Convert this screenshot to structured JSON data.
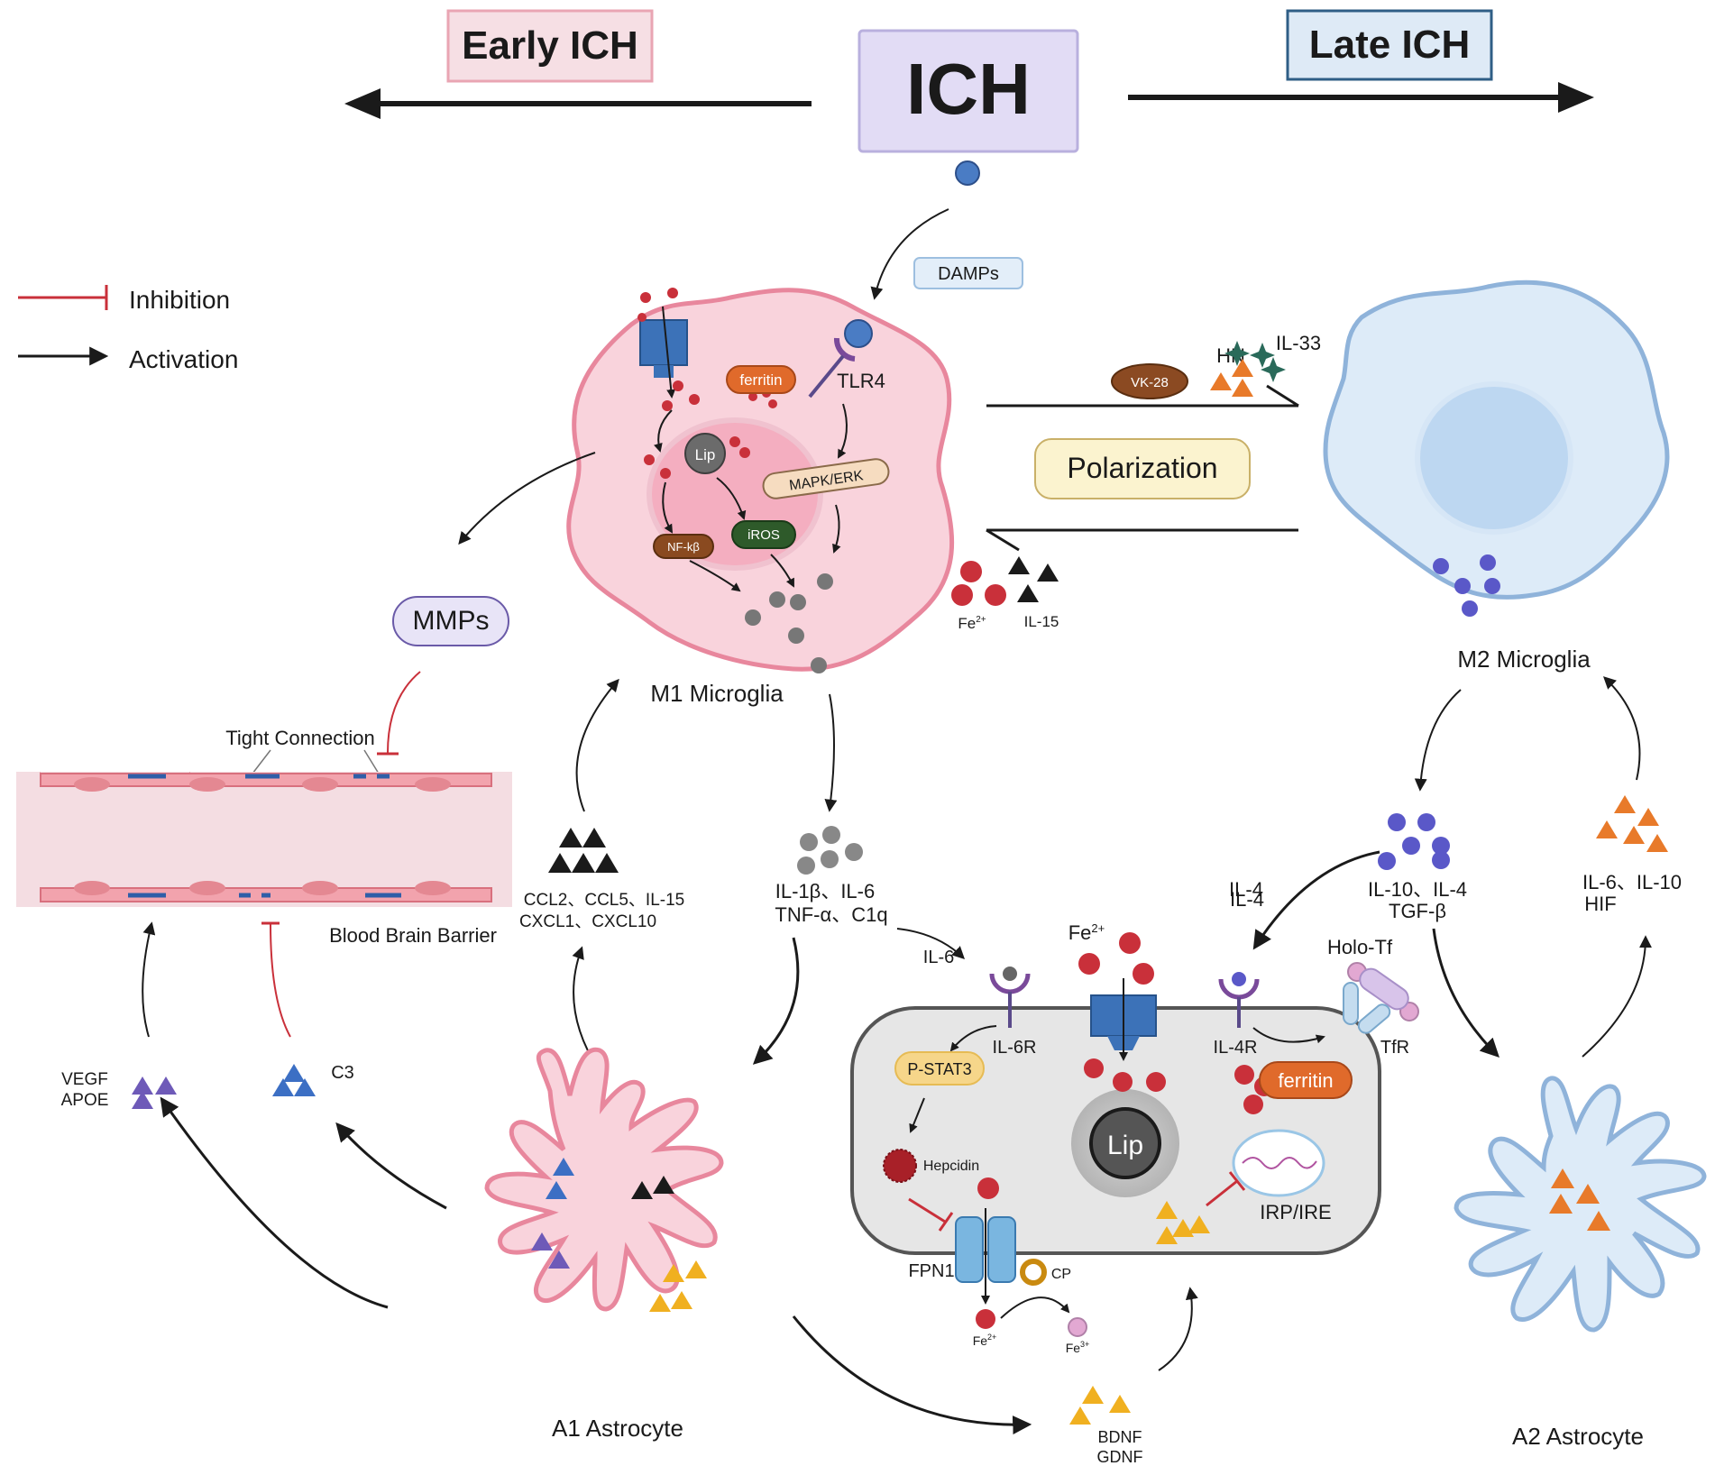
{
  "header": {
    "early_label": "Early ICH",
    "center_label": "ICH",
    "late_label": "Late ICH"
  },
  "legend": {
    "inhibition": "Inhibition",
    "activation": "Activation"
  },
  "m1": {
    "label": "M1 Microglia",
    "damps": "DAMPs",
    "ferritin": "ferritin",
    "tlr4": "TLR4",
    "lip": "Lip",
    "mapk": "MAPK/ERK",
    "nfkb": "NF-kβ",
    "iros": "iROS"
  },
  "polarization": {
    "label": "Polarization",
    "vk28": "VK-28",
    "hn": "HN",
    "il33": "IL-33",
    "fe": "Fe",
    "fe_sup": "2+",
    "il15": "IL-15"
  },
  "m2": {
    "label": "M2 Microglia",
    "factors_line1": "IL-10、IL-4",
    "factors_line2": "TGF-β",
    "il4": "IL-4"
  },
  "bbb": {
    "mmps": "MMPs",
    "tight": "Tight Connection",
    "label": "Blood Brain Barrier"
  },
  "chemokines": {
    "line1": "CCL2、CCL5、IL-15",
    "line2": "CXCL1、CXCL10"
  },
  "cytokines": {
    "line1": "IL-1β、IL-6",
    "line2": "TNF-α、C1q"
  },
  "a1": {
    "label": "A1 Astrocyte",
    "vegf": "VEGF",
    "apoe": "APOE",
    "c3": "C3"
  },
  "a2": {
    "label": "A2  Astrocyte",
    "factors_line1": "IL-6、IL-10",
    "factors_line2": "HIF"
  },
  "cell": {
    "il6": "IL-6",
    "il6r": "IL-6R",
    "fe": "Fe",
    "fe_sup": "2+",
    "il4r": "IL-4R",
    "holotf": "Holo-Tf",
    "tfr": "TfR",
    "pstat3": "P-STAT3",
    "hepcidin": "Hepcidin",
    "lip": "Lip",
    "ferritin": "ferritin",
    "irp": "IRP/IRE",
    "fpn1": "FPN1",
    "cp": "CP",
    "fe2": "Fe",
    "fe2_sup": "2+",
    "fe3": "Fe",
    "fe3_sup": "3+"
  },
  "neurotrophic": {
    "line1": "BDNF",
    "line2": "GDNF"
  },
  "colors": {
    "m1_fill": "#f9d3dc",
    "m1_stroke": "#e8879d",
    "m2_fill": "#ddebf8",
    "m2_stroke": "#8fb3da",
    "iron": "#c9303a",
    "inhibit": "#c9303a",
    "ich_box": "#e2dcf5",
    "early_box": "#f6dfe4",
    "late_box": "#deeaf6"
  }
}
